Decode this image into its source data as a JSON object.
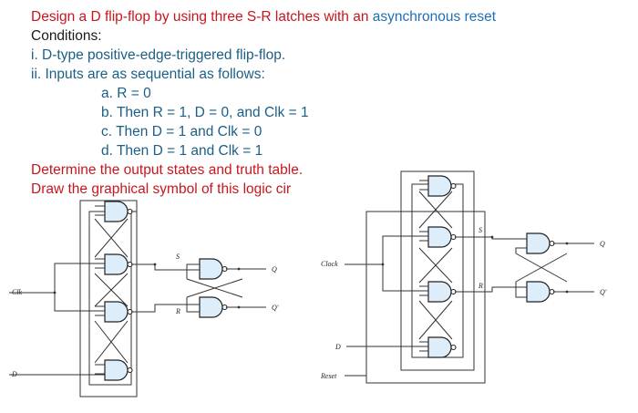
{
  "title": {
    "prefix": "Design a D flip-flop by using three S-R latches with an ",
    "highlight": "asynchronous reset"
  },
  "conditions_heading": "Conditions:",
  "condition_i": "i. D-type positive-edge-triggered flip-flop.",
  "condition_ii": "ii. Inputs are as sequential as follows:",
  "steps": [
    "a. R = 0",
    "b. Then R = 1, D = 0, and Clk = 1",
    "c. Then D = 1 and Clk = 0",
    "d. Then D = 1 and Clk = 1"
  ],
  "determine": "Determine the output states and truth table.",
  "draw": "Draw the graphical symbol of this logic cir",
  "left_diagram": {
    "labels": {
      "clk": "Clk",
      "d": "D",
      "s": "S",
      "r": "R",
      "q": "Q",
      "q_bar": "Q'"
    }
  },
  "right_diagram": {
    "labels": {
      "clock": "Clock",
      "d": "D",
      "reset": "Reset",
      "s": "S",
      "r": "R",
      "q": "Q",
      "q_bar": "Q'"
    }
  },
  "colors": {
    "red": "#c8161e",
    "blue": "#1f6fb5",
    "gate_fill": "#ddeefa"
  }
}
